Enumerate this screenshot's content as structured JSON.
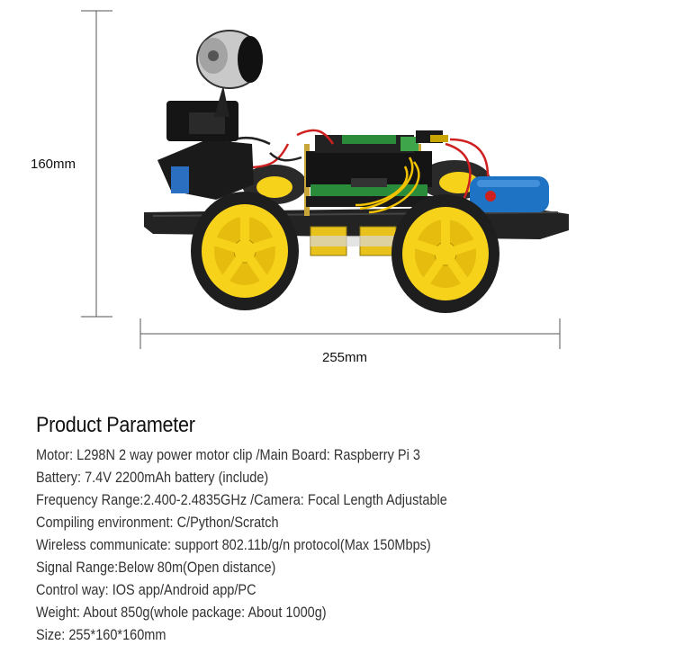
{
  "dimensions": {
    "height_label": "160mm",
    "width_label": "255mm"
  },
  "colors": {
    "wheel_hub": "#f7d21a",
    "tire": "#1e1e1e",
    "battery": "#1f73c4",
    "wire_yellow": "#f2c200",
    "board_green": "#2a8c3a"
  },
  "product": {
    "heading": "Product Parameter",
    "lines": [
      "Motor: L298N 2 way power motor clip   /Main Board: Raspberry Pi 3",
      "Battery: 7.4V 2200mAh battery (include)",
      "Frequency Range:2.400-2.4835GHz  /Camera: Focal Length Adjustable",
      "Compiling environment: C/Python/Scratch",
      "Wireless communicate: support 802.11b/g/n protocol(Max 150Mbps)",
      "Signal Range:Below 80m(Open distance)",
      "Control way: IOS app/Android app/PC",
      "Weight: About 850g(whole package: About 1000g)",
      "Size: 255*160*160mm"
    ]
  }
}
